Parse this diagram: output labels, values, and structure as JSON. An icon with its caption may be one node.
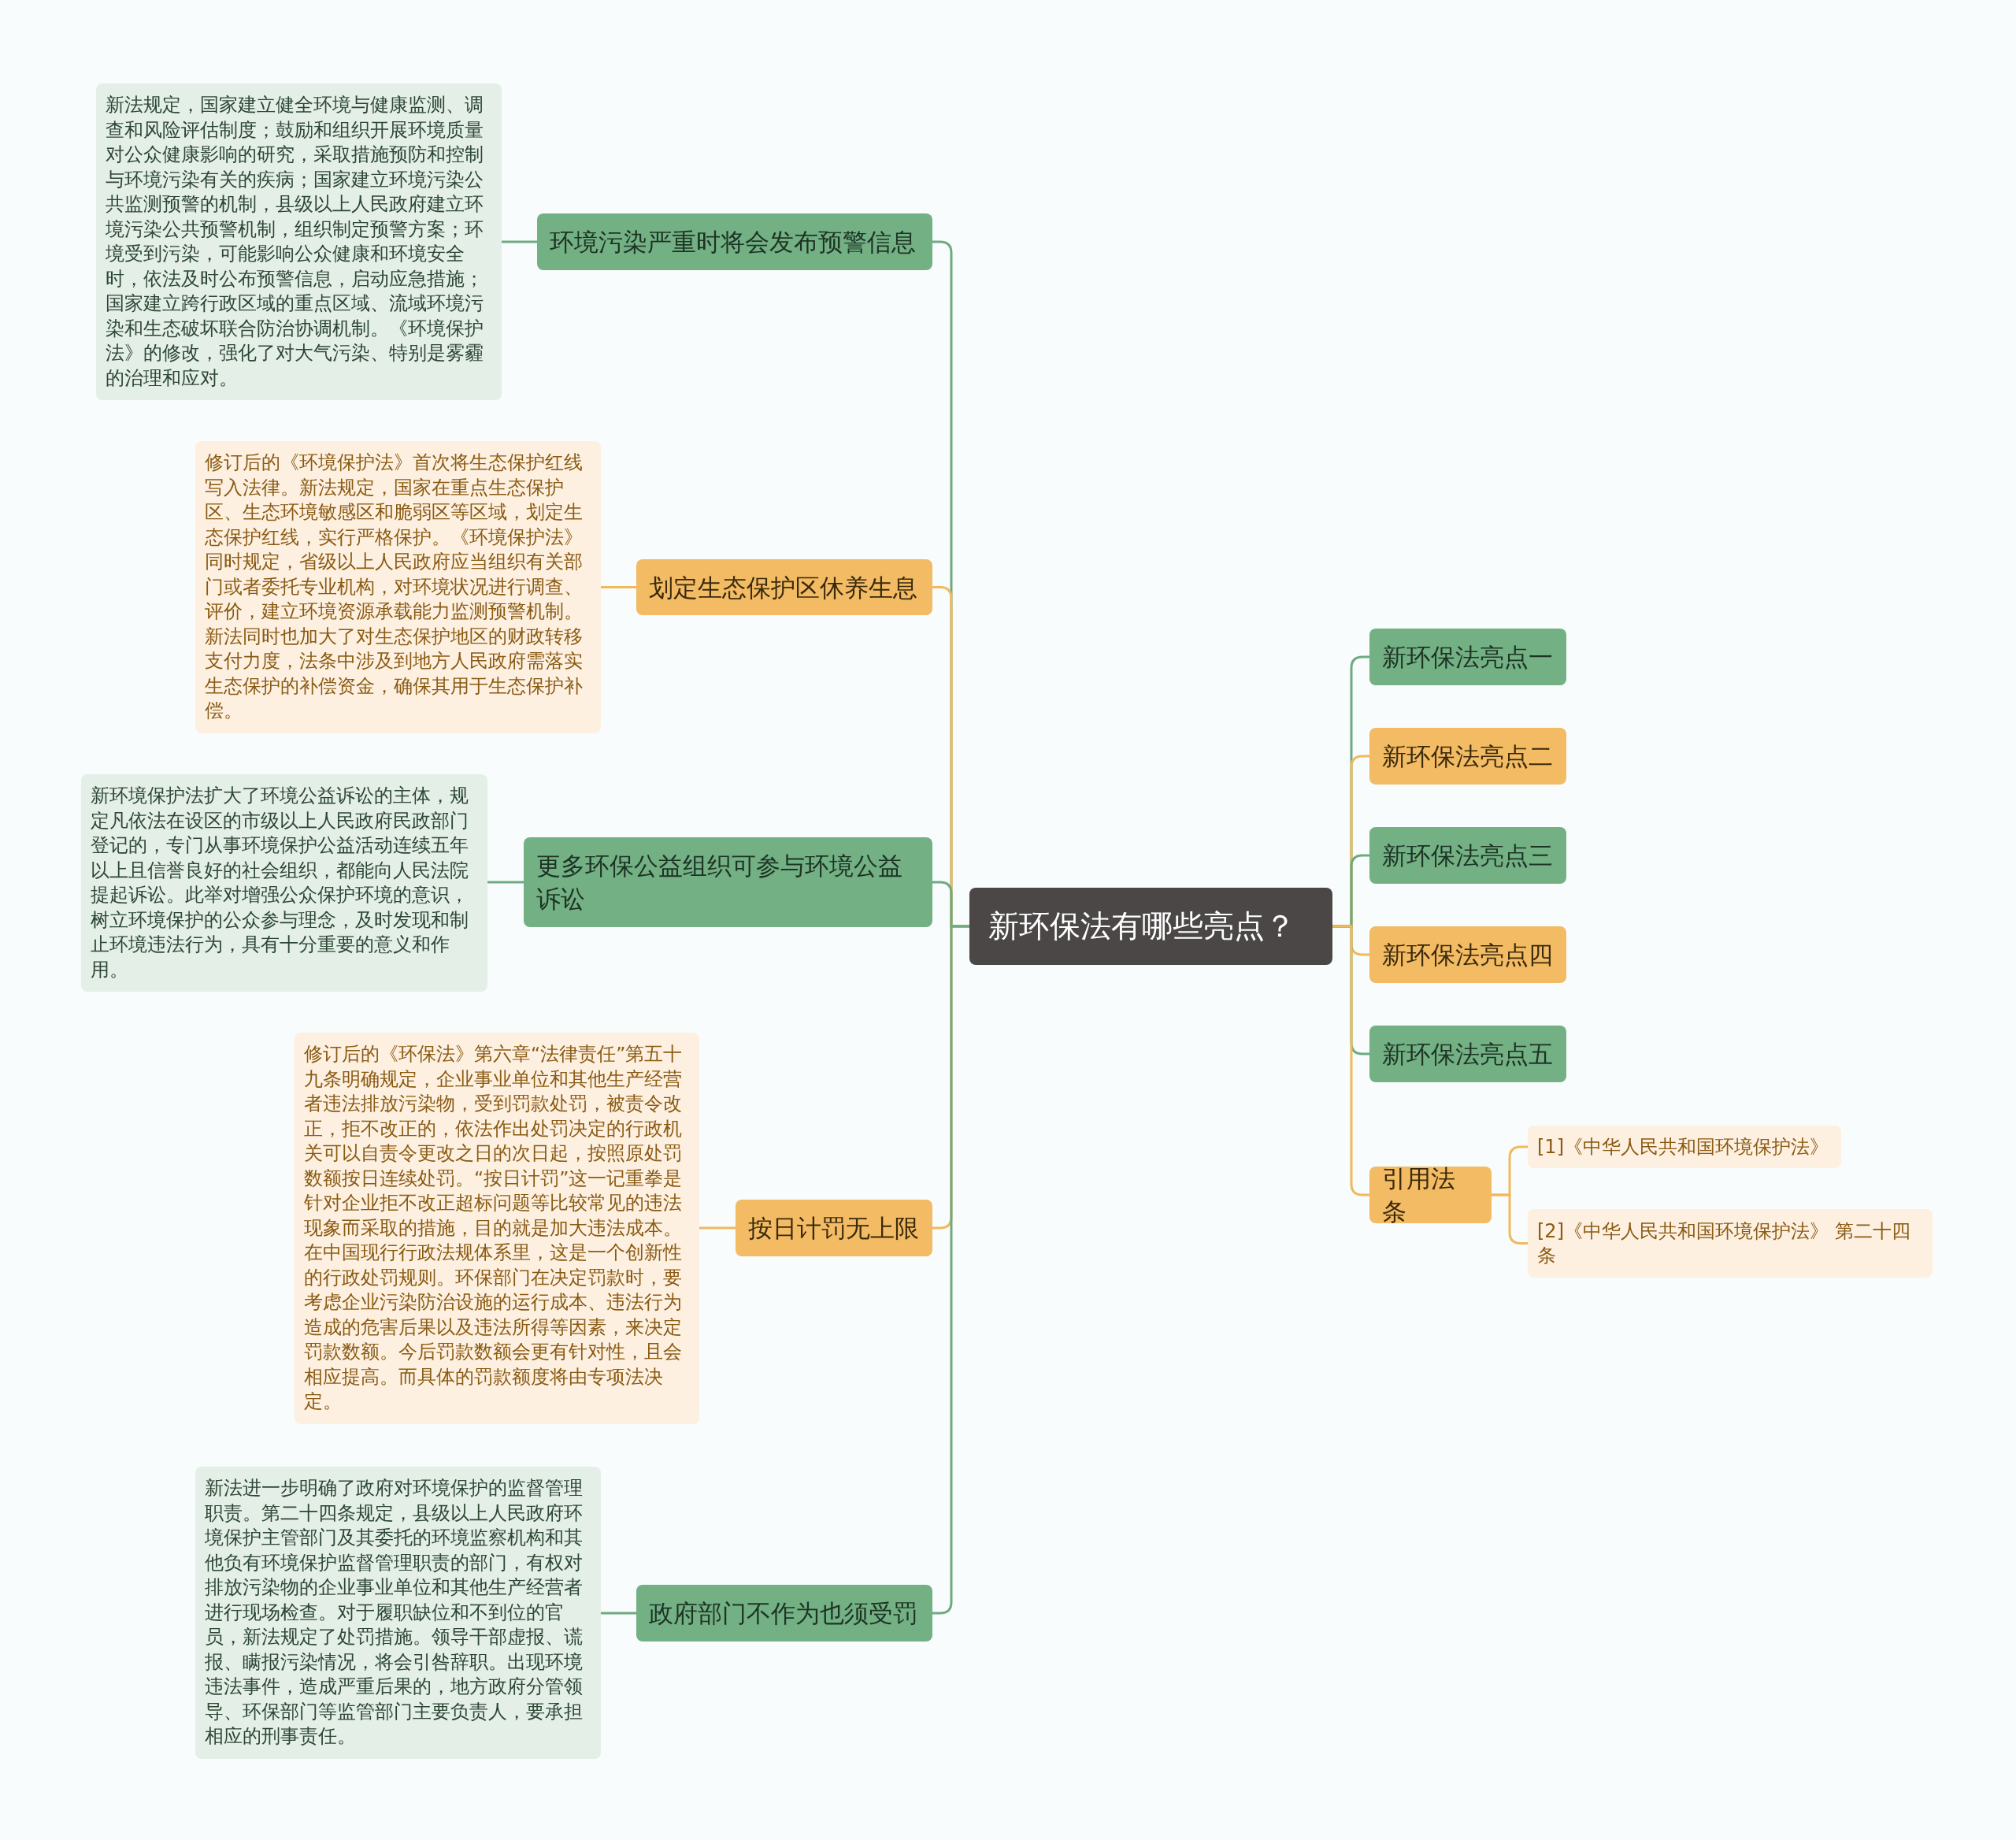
{
  "diagram": {
    "nodes": [
      {
        "text": [
          "新环保法有哪些亮点？"
        ]
      },
      {
        "text": [
          "环境污染严重时将会发布预警信息"
        ]
      },
      {
        "text": [
          "新法规定，国家建立健全环境与健康监测、调查和风险评估制度；鼓励和组织开展环境质量对公众健康影响的研究，采取措施预防和控制与环境污染有关的疾病；国家建立环境污染公共监测预警的机制，县级以上人民政府建立环境污染公共预警机制，组织制定预警方案；环境受到污染，可能影响公众健康和环境安全时，依法及时公布预警信息，启动应急措施；国家建立跨行政区域的重点区域、流域环境污染和生态破坏联合防治协调机制。《环境保护法》的修改，强化了对大气污染、特别是雾霾的治理和应对。"
        ]
      },
      {
        "text": [
          "划定生态保护区休养生息"
        ]
      },
      {
        "text": [
          "修订后的《环境保护法》首次将生态保护红线写入法律。新法规定，国家在重点生态保护区、生态环境敏感区和脆弱区等区域，划定生态保护红线，实行严格保护。《环境保护法》同时规定，省级以上人民政府应当组织有关部门或者委托专业机构，对环境状况进行调查、评价，建立环境资源承载能力监测预警机制。新法同时也加大了对生态保护地区的财政转移支付力度，法条中涉及到地方人民政府需落实生态保护的补偿资金，确保其用于生态保护补偿。"
        ]
      },
      {
        "text": [
          "更多环保公益组织可参与环境公益诉讼"
        ]
      },
      {
        "text": [
          "新环境保护法扩大了环境公益诉讼的主体，规定凡依法在设区的市级以上人民政府民政部门登记的，专门从事环境保护公益活动连续五年以上且信誉良好的社会组织，都能向人民法院提起诉讼。此举对增强公众保护环境的意识，树立环境保护的公众参与理念，及时发现和制止环境违法行为，具有十分重要的意义和作用。"
        ]
      },
      {
        "text": [
          "按日计罚无上限"
        ]
      },
      {
        "text": [
          "修订后的《环保法》第六章“法律责任”第五十九条明确规定，企业事业单位和其他生产经营者违法排放污染物，受到罚款处罚，被责令改正，拒不改正的，依法作出处罚决定的行政机关可以自责令更改之日的次日起，按照原处罚数额按日连续处罚。“按日计罚”这一记重拳是针对企业拒不改正超标问题等比较常见的违法现象而采取的措施，目的就是加大违法成本。在中国现行行政法规体系里，这是一个创新性的行政处罚规则。环保部门在决定罚款时，要考虑企业污染防治设施的运行成本、违法行为造成的危害后果以及违法所得等因素，来决定罚款数额。今后罚款数额会更有针对性，且会相应提高。而具体的罚款额度将由专项法决定。"
        ]
      },
      {
        "text": [
          "政府部门不作为也须受罚"
        ]
      },
      {
        "text": [
          "新法进一步明确了政府对环境保护的监督管理职责。第二十四条规定，县级以上人民政府环境保护主管部门及其委托的环境监察机构和其他负有环境保护监督管理职责的部门，有权对排放污染物的企业事业单位和其他生产经营者进行现场检查。对于履职缺位和不到位的官员，新法规定了处罚措施。领导干部虚报、谎报、瞒报污染情况，将会引咎辞职。出现环境违法事件，造成严重后果的，地方政府分管领导、环保部门等监管部门主要负责人，要承担相应的刑事责任。"
        ]
      },
      {
        "text": [
          "新环保法亮点一"
        ]
      },
      {
        "text": [
          "新环保法亮点二"
        ]
      },
      {
        "text": [
          "新环保法亮点三"
        ]
      },
      {
        "text": [
          "新环保法亮点四"
        ]
      },
      {
        "text": [
          "新环保法亮点五"
        ]
      },
      {
        "text": [
          "引用法条"
        ]
      },
      {
        "text": [
          "[1]《中华人民共和国环境保护法》"
        ]
      },
      {
        "text": [
          "[2]《中华人民共和国环境保护法》 第二十四条"
        ]
      }
    ],
    "edges": [
      {
        "from": 0,
        "to": 1,
        "arrow": "none"
      },
      {
        "from": 1,
        "to": 2,
        "arrow": "none"
      },
      {
        "from": 0,
        "to": 3,
        "arrow": "none",
        "color": "#f0b95c"
      },
      {
        "from": 3,
        "to": 4,
        "arrow": "none",
        "color": "#f0b95c"
      },
      {
        "from": 0,
        "to": 5,
        "arrow": "none"
      },
      {
        "from": 5,
        "to": 6,
        "arrow": "none"
      },
      {
        "from": 0,
        "to": 7,
        "arrow": "none",
        "color": "#f0b95c"
      },
      {
        "from": 7,
        "to": 8,
        "arrow": "none",
        "color": "#f0b95c"
      },
      {
        "from": 0,
        "to": 9,
        "arrow": "none"
      },
      {
        "from": 9,
        "to": 10,
        "arrow": "none"
      },
      {
        "from": 0,
        "to": 11,
        "arrow": "none"
      },
      {
        "from": 0,
        "to": 12,
        "arrow": "none",
        "color": "#f0b95c"
      },
      {
        "from": 0,
        "to": 13,
        "arrow": "none"
      },
      {
        "from": 0,
        "to": 14,
        "arrow": "none",
        "color": "#f0b95c"
      },
      {
        "from": 0,
        "to": 15,
        "arrow": "none"
      },
      {
        "from": 0,
        "to": 16,
        "arrow": "none",
        "color": "#f0b95c"
      },
      {
        "from": 16,
        "to": 17,
        "arrow": "none",
        "color": "#f0b95c"
      },
      {
        "from": 16,
        "to": 18,
        "arrow": "none",
        "color": "#f0b95c"
      }
    ]
  }
}
